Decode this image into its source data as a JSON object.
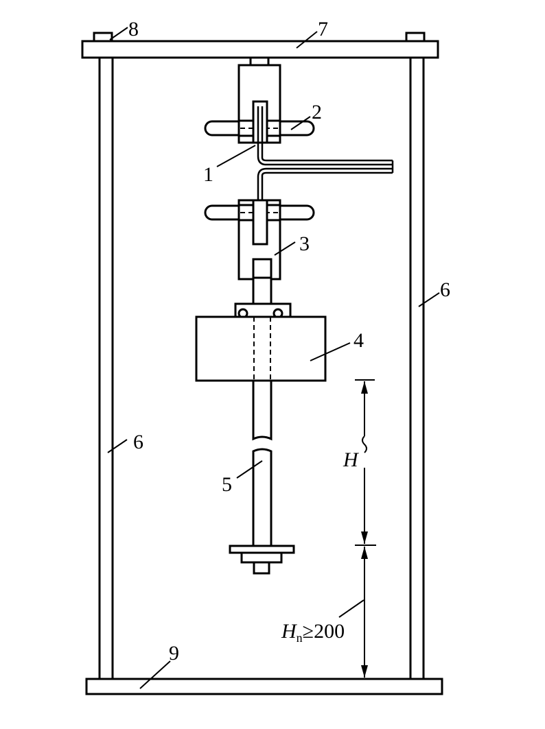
{
  "labels": {
    "l1": "1",
    "l2": "2",
    "l3": "3",
    "l4": "4",
    "l5": "5",
    "l6_right": "6",
    "l6_left": "6",
    "l7": "7",
    "l8": "8",
    "l9": "9"
  },
  "dimensions": {
    "H": "H",
    "Hn_symbol": "H",
    "Hn_subscript": "n",
    "Hn_condition": "≥200"
  },
  "colors": {
    "ink": "#000000",
    "paper": "#ffffff"
  }
}
